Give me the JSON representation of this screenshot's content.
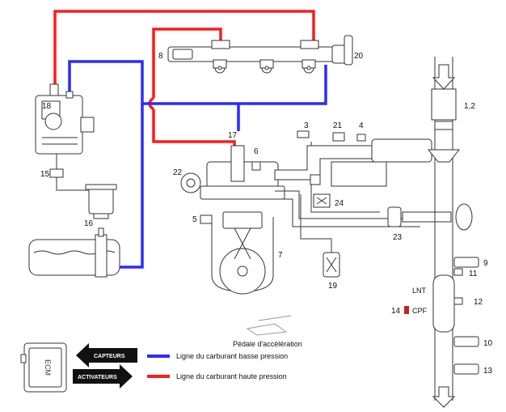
{
  "colors": {
    "low_pressure": "#2b2bff",
    "high_pressure": "#ff1a1a",
    "component_stroke": "#333333",
    "return_line": "#9a9a9a",
    "cpf_marker": "#cc2222"
  },
  "component_numbers": {
    "n1_2": "1,2",
    "n3": "3",
    "n4": "4",
    "n5": "5",
    "n6": "6",
    "n7": "7",
    "n8": "8",
    "n9": "9",
    "n10": "10",
    "n11": "11",
    "n12": "12",
    "n13": "13",
    "n14": "14",
    "n15": "15",
    "n16": "16",
    "n17": "17",
    "n18": "18",
    "n19": "19",
    "n20": "20",
    "n21": "21",
    "n22": "22",
    "n23": "23",
    "n24": "24"
  },
  "labels": {
    "lnt": "LNT",
    "cpf": "CPF",
    "pedal": "Pédale d'accélération",
    "ecm": "ECM"
  },
  "legend": {
    "sensors_arrow": "CAPTEURS",
    "actuators_arrow": "ACTIVATEURS",
    "low_pressure_text": "Ligne du carburant basse pression",
    "high_pressure_text": "Ligne du carburant haute pression"
  },
  "icons": {
    "sensors_arrow": "arrow-left-icon",
    "actuators_arrow": "arrow-right-icon",
    "flow_in": "arrow-down-icon",
    "flow_out": "arrow-down-icon"
  }
}
